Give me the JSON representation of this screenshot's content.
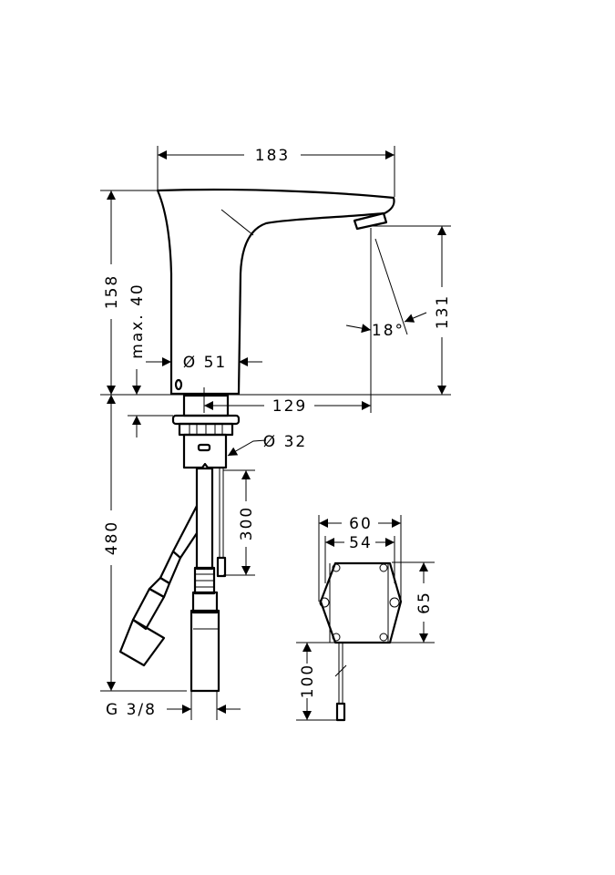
{
  "drawing": {
    "subject": "sensor-faucet-dimensions",
    "ink_color": "#000000",
    "background": "#ffffff",
    "dimensions": {
      "width_total": "183",
      "height_total": "158",
      "max_thickness": "max. 40",
      "base_diameter": "Ø 51",
      "spout_height": "131",
      "spray_angle": "18°",
      "spout_reach": "129",
      "shank_diameter": "Ø 32",
      "hose_length": "480",
      "cable_length": "300",
      "connection_thread": "G 3/8",
      "box_width_outer": "60",
      "box_width_inner": "54",
      "box_height": "65",
      "box_cable_length": "100"
    }
  }
}
